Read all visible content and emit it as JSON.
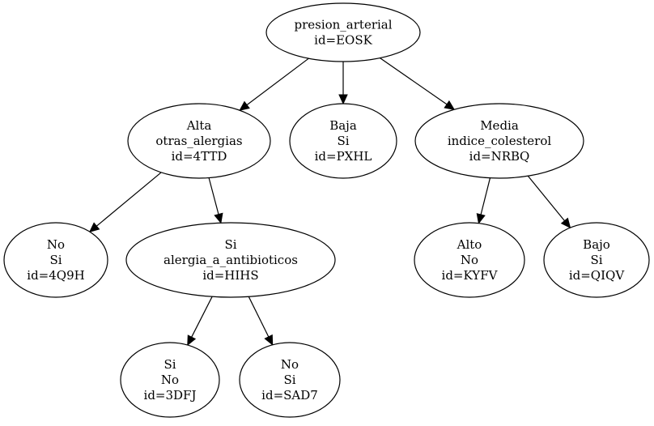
{
  "tree": {
    "nodes": [
      {
        "id": "n_eosk",
        "lines": [
          "presion_arterial",
          "id=EOSK"
        ]
      },
      {
        "id": "n_4ttd",
        "lines": [
          "Alta",
          "otras_alergias",
          "id=4TTD"
        ]
      },
      {
        "id": "n_pxhl",
        "lines": [
          "Baja",
          "Si",
          "id=PXHL"
        ]
      },
      {
        "id": "n_nrbq",
        "lines": [
          "Media",
          "indice_colesterol",
          "id=NRBQ"
        ]
      },
      {
        "id": "n_4q9h",
        "lines": [
          "No",
          "Si",
          "id=4Q9H"
        ]
      },
      {
        "id": "n_hihs",
        "lines": [
          "Si",
          "alergia_a_antibioticos",
          "id=HIHS"
        ]
      },
      {
        "id": "n_kyfv",
        "lines": [
          "Alto",
          "No",
          "id=KYFV"
        ]
      },
      {
        "id": "n_qiqv",
        "lines": [
          "Bajo",
          "Si",
          "id=QIQV"
        ]
      },
      {
        "id": "n_3dfj",
        "lines": [
          "Si",
          "No",
          "id=3DFJ"
        ]
      },
      {
        "id": "n_sad7",
        "lines": [
          "No",
          "Si",
          "id=SAD7"
        ]
      }
    ],
    "edges": [
      {
        "from": "n_eosk",
        "to": "n_4ttd"
      },
      {
        "from": "n_eosk",
        "to": "n_pxhl"
      },
      {
        "from": "n_eosk",
        "to": "n_nrbq"
      },
      {
        "from": "n_4ttd",
        "to": "n_4q9h"
      },
      {
        "from": "n_4ttd",
        "to": "n_hihs"
      },
      {
        "from": "n_nrbq",
        "to": "n_kyfv"
      },
      {
        "from": "n_nrbq",
        "to": "n_qiqv"
      },
      {
        "from": "n_hihs",
        "to": "n_3dfj"
      },
      {
        "from": "n_hihs",
        "to": "n_sad7"
      }
    ]
  }
}
